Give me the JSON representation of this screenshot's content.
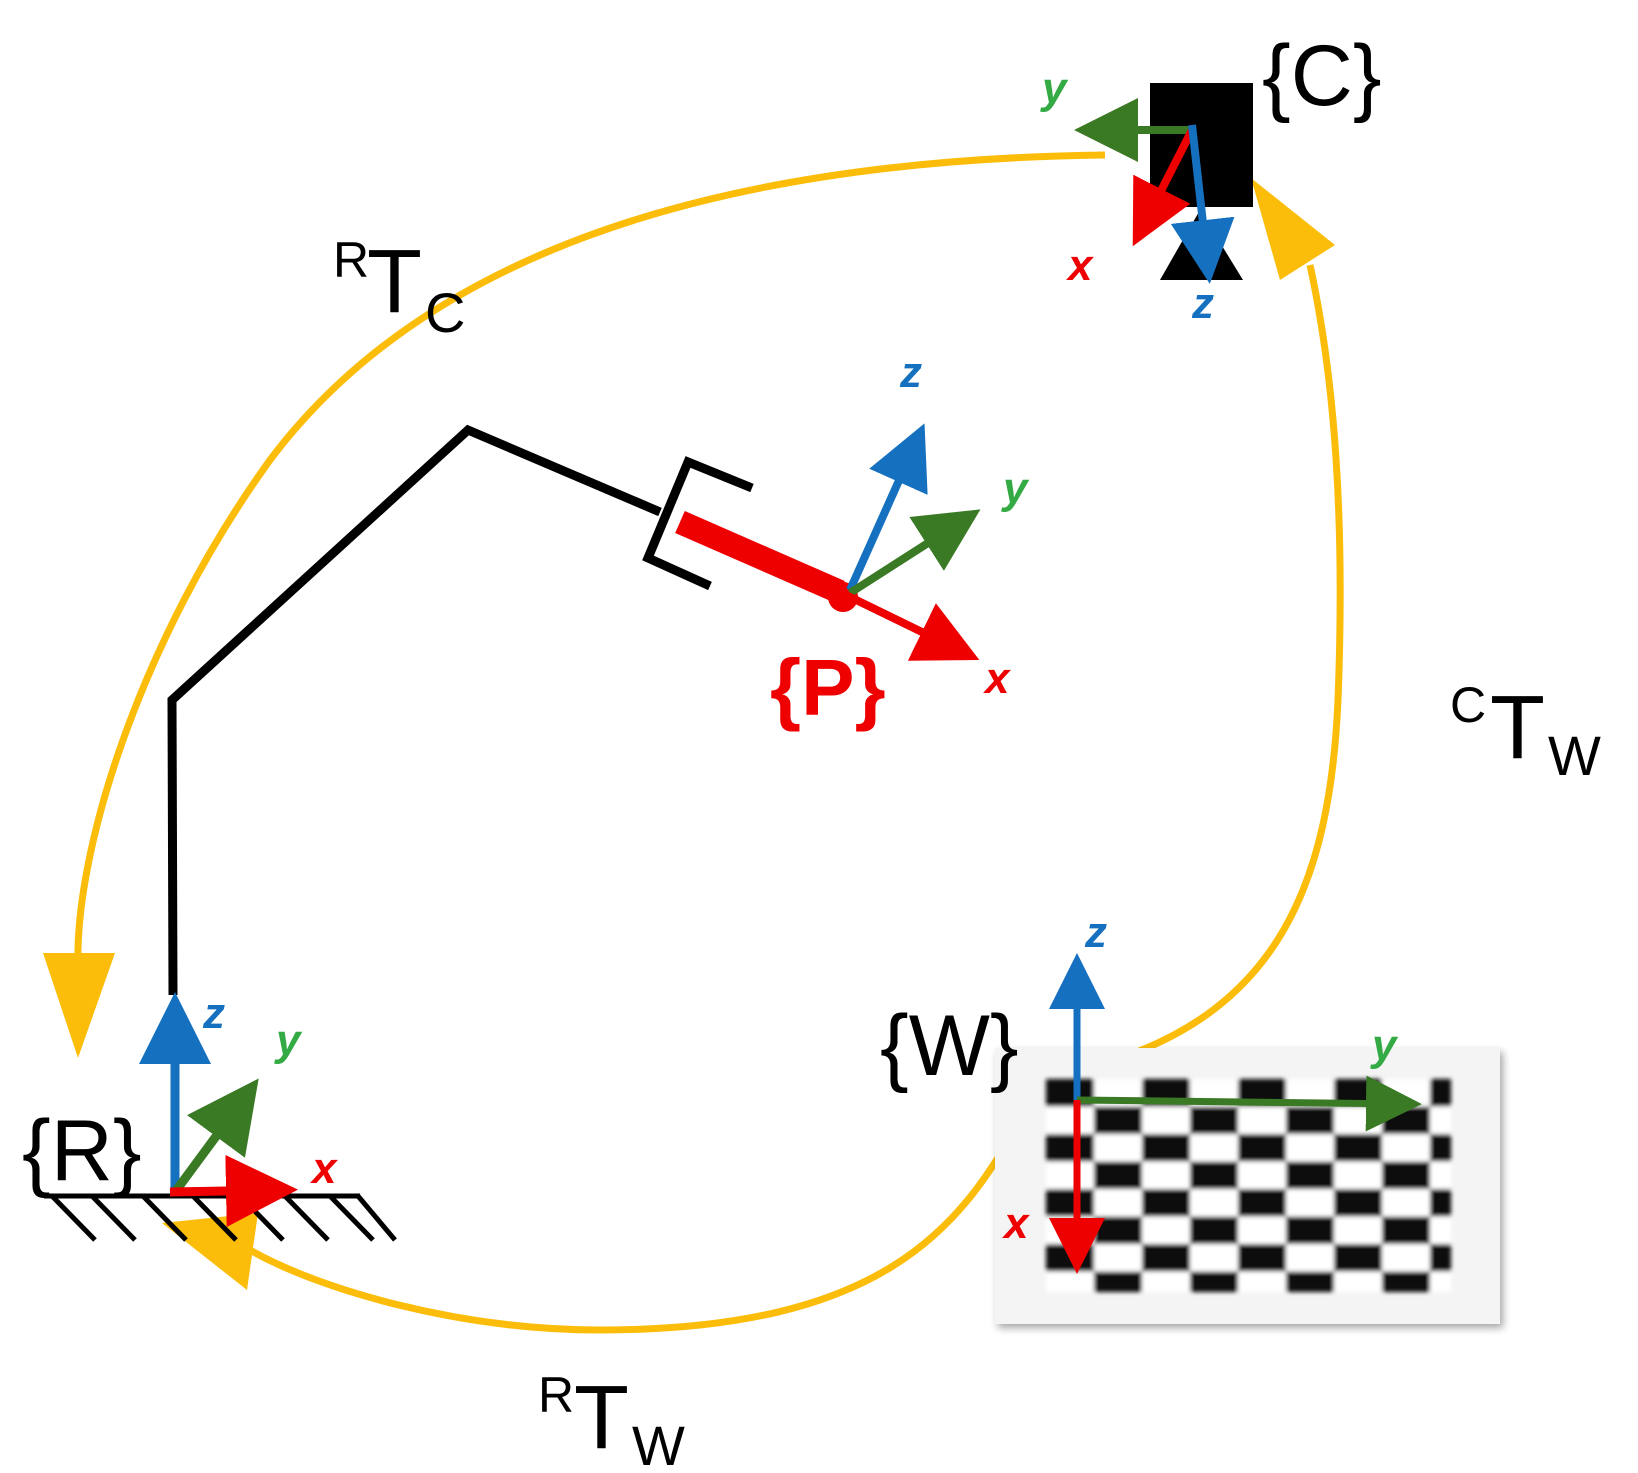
{
  "colors": {
    "x_axis": "#ee0000",
    "y_axis": "#3a7a25",
    "z_axis": "#1570c0",
    "transform_arrow": "#fbbd0a",
    "robot": "#000000",
    "pen": "#ee0000",
    "axis_y_label": "#33aa44"
  },
  "frames": {
    "robot_base": {
      "label": "{R}",
      "axes": {
        "x": "x",
        "y": "y",
        "z": "z"
      }
    },
    "camera": {
      "label": "{C}",
      "axes": {
        "x": "x",
        "y": "y",
        "z": "z"
      }
    },
    "pen_tip": {
      "label": "{P}",
      "axes": {
        "x": "x",
        "y": "y",
        "z": "z"
      }
    },
    "world": {
      "label": "{W}",
      "axes": {
        "x": "x",
        "y": "y",
        "z": "z"
      }
    }
  },
  "transforms": {
    "r_t_c": {
      "sup": "R",
      "main": "T",
      "sub": "C"
    },
    "c_t_w": {
      "sup": "C",
      "main": "T",
      "sub": "W"
    },
    "r_t_w": {
      "sup": "R",
      "main": "T",
      "sub": "W"
    }
  },
  "icons": [
    "ground-hatch-icon",
    "camera-icon",
    "gripper-icon",
    "checkerboard-icon"
  ]
}
